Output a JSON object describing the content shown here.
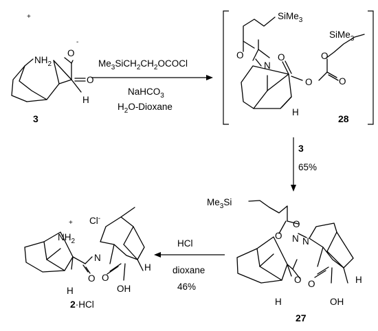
{
  "compounds": {
    "c3": {
      "number": "3"
    },
    "c28": {
      "number": "28"
    },
    "c27": {
      "number": "27"
    },
    "c2": {
      "number": "2",
      "salt": "·HCl"
    }
  },
  "atoms": {
    "nh2": "NH",
    "two": "2",
    "plus": "+",
    "minus": "-",
    "o": "O",
    "h": "H",
    "n": "N",
    "oh": "OH",
    "si_me3": "SiMe",
    "three": "3",
    "me3si": "Me",
    "me3si_sub": "3",
    "si": "Si",
    "cl": "Cl",
    "cl_charge": "-"
  },
  "arrows": {
    "step1": {
      "reagent_main": "Me",
      "reagent_sub": "3",
      "reagent_rest": "SiCH",
      "reagent_sub2": "2",
      "reagent_rest2": "CH",
      "reagent_sub3": "2",
      "reagent_rest3": "OCOCl",
      "base": "NaHCO",
      "base_sub": "3",
      "solvent_a": "H",
      "solvent_sub": "2",
      "solvent_b": "O-Dioxane"
    },
    "step2": {
      "reagent": "3",
      "yield": "65%"
    },
    "step3": {
      "reagent": "HCl",
      "solvent": "dioxane",
      "yield": "46%"
    }
  }
}
